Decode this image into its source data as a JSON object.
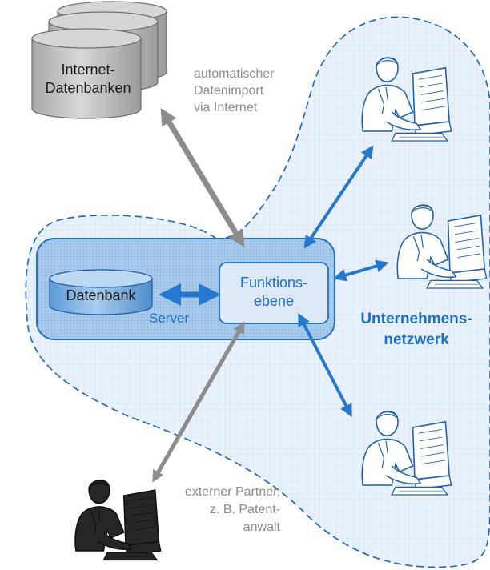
{
  "colors": {
    "network_fill": "#e9f1fa",
    "network_border": "#1565c0",
    "server_fill": "#a9cbec",
    "server_border": "#1e6fc2",
    "blue_arrow": "#2678cf",
    "grey_arrow": "#8c8c8c",
    "cylinder_grey": "#c4c4c4",
    "accent_text": "#1e6fc2",
    "grey_text": "#8a8a8a"
  },
  "internet_db": {
    "label_line1": "Internet-",
    "label_line2": "Datenbanken",
    "icon": "database-stack-icon"
  },
  "import_note": {
    "line1": "automatischer",
    "line2": "Datenimport",
    "line3": "via Internet"
  },
  "server": {
    "label": "Server",
    "database_label": "Datenbank",
    "function_label_line1": "Funktions-",
    "function_label_line2": "ebene"
  },
  "network": {
    "label_line1": "Unternehmens-",
    "label_line2": "netzwerk"
  },
  "external": {
    "line1": "externer Partner,",
    "line2": "z. B. Patent-",
    "line3": "anwalt",
    "icon": "person-at-computer-icon"
  },
  "workstations": [
    {
      "icon": "person-at-computer-icon"
    },
    {
      "icon": "person-at-computer-icon"
    },
    {
      "icon": "person-at-computer-icon"
    }
  ]
}
